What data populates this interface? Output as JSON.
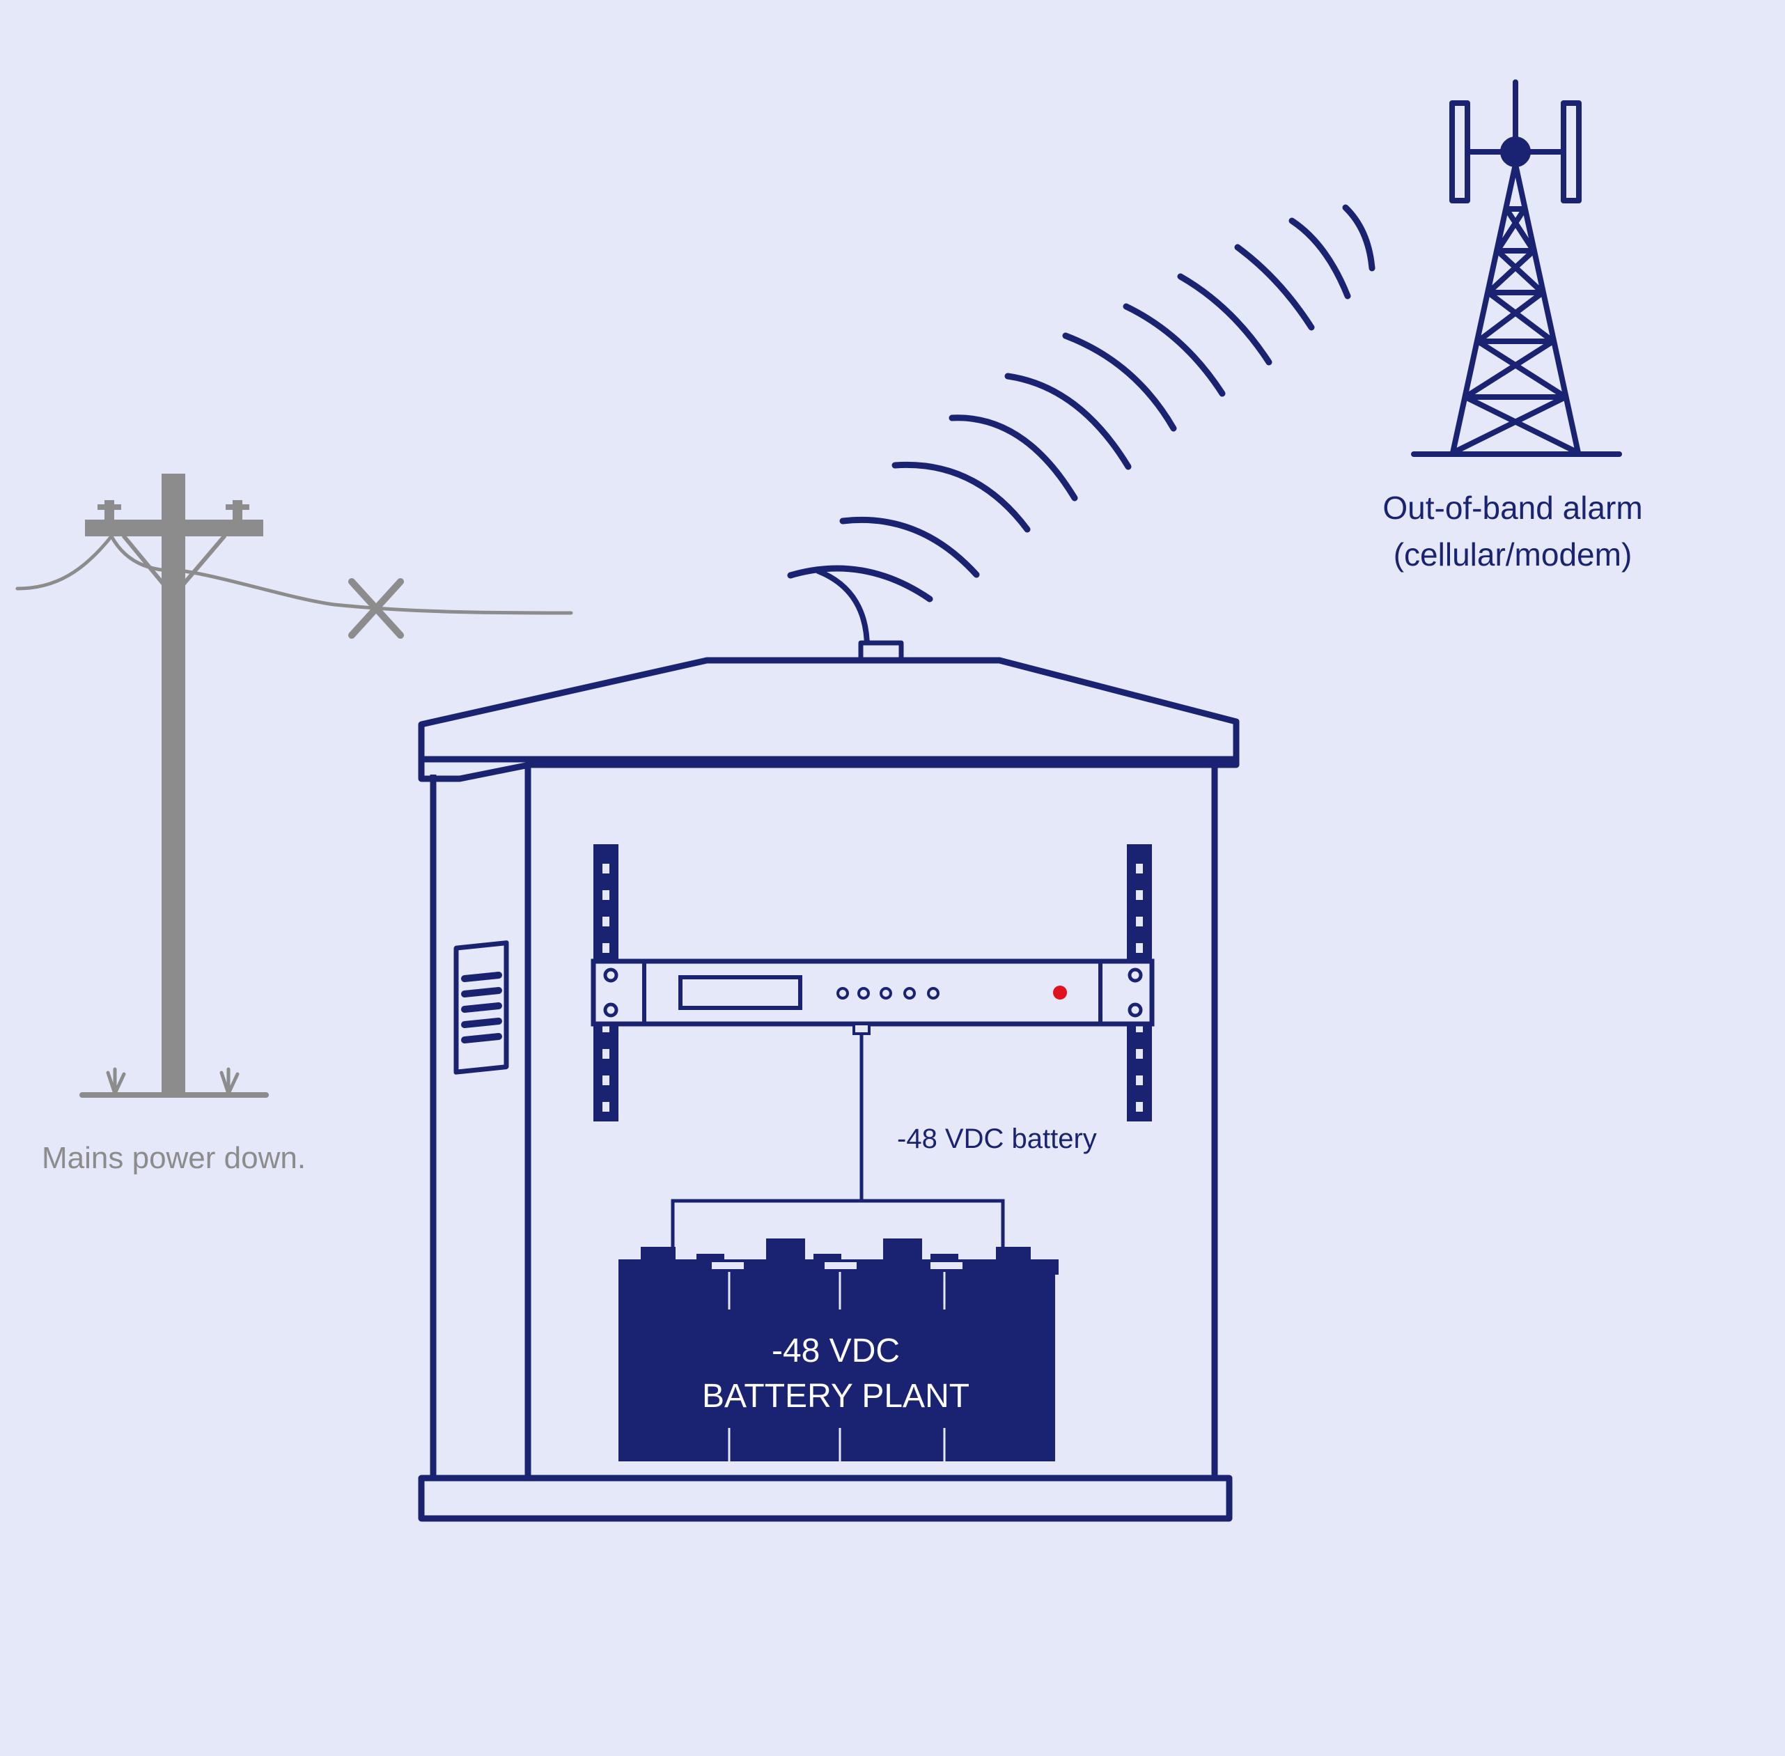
{
  "labels": {
    "mains": "Mains power down.",
    "alarm_line1": "Out-of-band alarm",
    "alarm_line2": "(cellular/modem)",
    "battery_wire": "-48 VDC battery",
    "battery_plant_line1": "-48 VDC",
    "battery_plant_line2": "BATTERY PLANT"
  },
  "colors": {
    "background": "#e5e8f8",
    "navy": "#1a2372",
    "gray": "#8c8c8c",
    "alarm_led": "#e0121e",
    "fill_light": "#e5e8f8"
  },
  "icons": {
    "pole": "utility-pole-icon",
    "tower": "cell-tower-icon",
    "break": "line-break-x-icon",
    "signal": "radio-signal-icon",
    "cabinet": "equipment-cabinet-icon",
    "device": "rack-alarm-unit-icon",
    "battery": "battery-plant-icon"
  }
}
